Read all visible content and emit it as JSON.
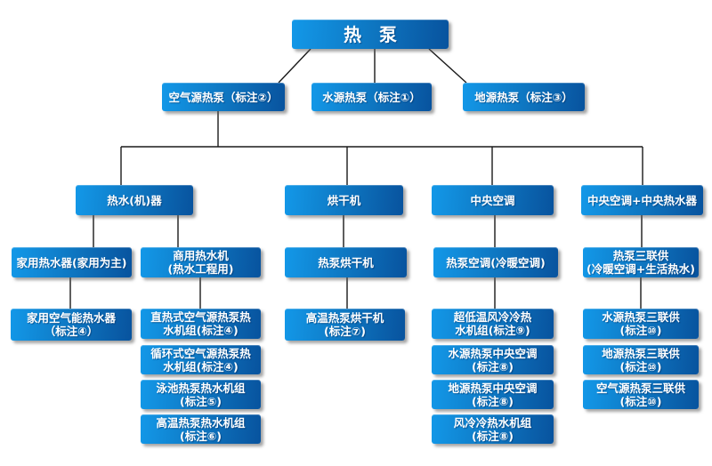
{
  "title": {
    "label": "热　泵"
  },
  "level2": [
    {
      "label": "空气源热泵（标注②）"
    },
    {
      "label": "水源热泵（标注①）"
    },
    {
      "label": "地源热泵（标注③）"
    }
  ],
  "level3": [
    {
      "label": "热水(机)器"
    },
    {
      "label": "烘干机"
    },
    {
      "label": "中央空调"
    },
    {
      "label": "中央空调+中央热水器"
    }
  ],
  "level4": [
    {
      "label": "家用热水器(家用为主)"
    },
    {
      "label": "商用热水机\n(热水工程用)"
    },
    {
      "label": "热泵烘干机"
    },
    {
      "label": "热泵空调(冷暖空调)"
    },
    {
      "label": "热泵三联供\n(冷暖空调+生活热水)"
    }
  ],
  "level5": {
    "col1": [
      {
        "label": "家用空气能热水器\n（标注④）"
      }
    ],
    "col2": [
      {
        "label": "直热式空气源热泵热\n水机组(标注④)"
      },
      {
        "label": "循环式空气源热泵热\n水机组(标注④)"
      },
      {
        "label": "泳池热泵热水机组\n(标注⑤)"
      },
      {
        "label": "高温热泵热水机组\n(标注⑥)"
      }
    ],
    "col3": [
      {
        "label": "高温热泵烘干机\n(标注⑦)"
      }
    ],
    "col4": [
      {
        "label": "超低温风冷冷热\n水机组(标注⑨)"
      },
      {
        "label": "水源热泵中央空调\n(标注⑧)"
      },
      {
        "label": "地源热泵中央空调\n(标注⑧)"
      },
      {
        "label": "风冷冷热水机组\n(标注⑧)"
      }
    ],
    "col5": [
      {
        "label": "水源热泵三联供\n(标注⑩)"
      },
      {
        "label": "地源热泵三联供\n(标注⑩)"
      },
      {
        "label": "空气源热泵三联供\n(标注⑩)"
      }
    ]
  },
  "colors": {
    "box_gradient_start": "#1398e8",
    "box_gradient_end": "#08539e",
    "connector": "#1a1a1a",
    "background": "#ffffff",
    "text": "#ffffff"
  }
}
